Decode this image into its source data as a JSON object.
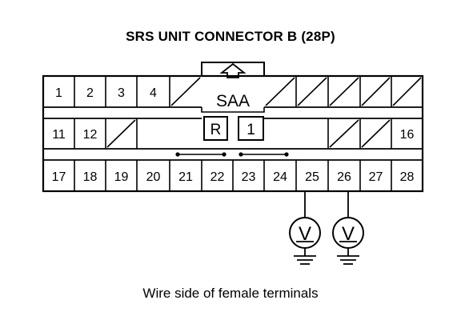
{
  "title": "SRS UNIT CONNECTOR B (28P)",
  "caption": "Wire side of female terminals",
  "lock": {
    "label": "SAA",
    "symbol_left": "R",
    "symbol_right": "1"
  },
  "terminals": {
    "row1": [
      {
        "label": "1"
      },
      {
        "label": "2"
      },
      {
        "label": "3"
      },
      {
        "label": "4"
      },
      {
        "label": ""
      },
      {
        "label": ""
      },
      {
        "label": ""
      },
      {
        "label": ""
      },
      {
        "label": ""
      },
      {
        "label": ""
      }
    ],
    "row2": [
      {
        "label": "11"
      },
      {
        "label": "12"
      },
      {
        "label": ""
      },
      {
        "label": ""
      },
      {
        "label": ""
      },
      {
        "label": "16"
      }
    ],
    "row3": [
      {
        "label": "17"
      },
      {
        "label": "18"
      },
      {
        "label": "19"
      },
      {
        "label": "20"
      },
      {
        "label": "21"
      },
      {
        "label": "22"
      },
      {
        "label": "23"
      },
      {
        "label": "24"
      },
      {
        "label": "25"
      },
      {
        "label": "26"
      },
      {
        "label": "27"
      },
      {
        "label": "28"
      }
    ]
  },
  "voltmeters": [
    {
      "terminal": "25",
      "symbol": "V"
    },
    {
      "terminal": "26",
      "symbol": "V"
    }
  ]
}
